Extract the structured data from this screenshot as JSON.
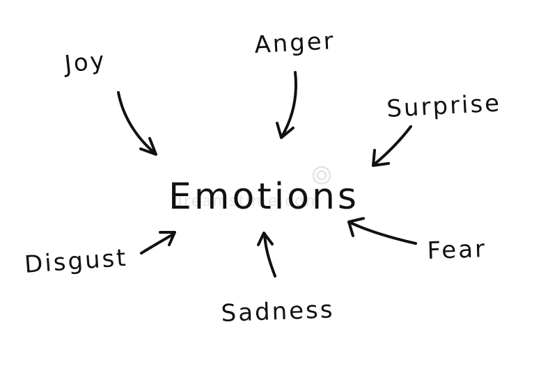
{
  "center": {
    "label": "Emotions"
  },
  "nodes": {
    "joy": "Joy",
    "anger": "Anger",
    "surprise": "Surprise",
    "fear": "Fear",
    "sadness": "Sadness",
    "disgust": "Disgust"
  },
  "watermark": {
    "text": "dreamstime.com"
  },
  "colors": {
    "ink": "#111111",
    "background": "#ffffff",
    "watermark": "#e6e6e6"
  }
}
